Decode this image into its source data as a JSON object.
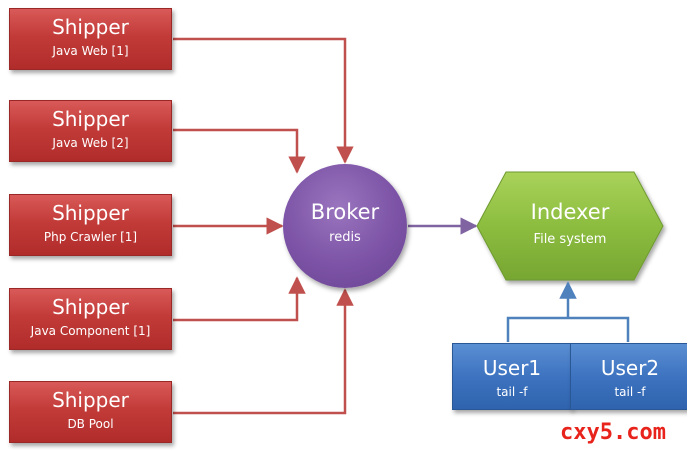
{
  "shippers": [
    {
      "title": "Shipper",
      "subtitle": "Java Web [1]"
    },
    {
      "title": "Shipper",
      "subtitle": "Java Web [2]"
    },
    {
      "title": "Shipper",
      "subtitle": "Php Crawler [1]"
    },
    {
      "title": "Shipper",
      "subtitle": "Java Component [1]"
    },
    {
      "title": "Shipper",
      "subtitle": "DB Pool"
    }
  ],
  "broker": {
    "title": "Broker",
    "subtitle": "redis"
  },
  "indexer": {
    "title": "Indexer",
    "subtitle": "File system"
  },
  "users": [
    {
      "title": "User1",
      "subtitle": "tail -f"
    },
    {
      "title": "User2",
      "subtitle": "tail -f"
    }
  ],
  "watermark": "cxy5.com",
  "colors": {
    "shipper": "#c23b39",
    "shipper_arrow": "#c0504d",
    "broker": "#7c53a6",
    "broker_arrow": "#8064a2",
    "indexer": "#8cbd3f",
    "user": "#3d73c0",
    "user_arrow": "#4f81bd",
    "watermark": "#e8231b"
  }
}
